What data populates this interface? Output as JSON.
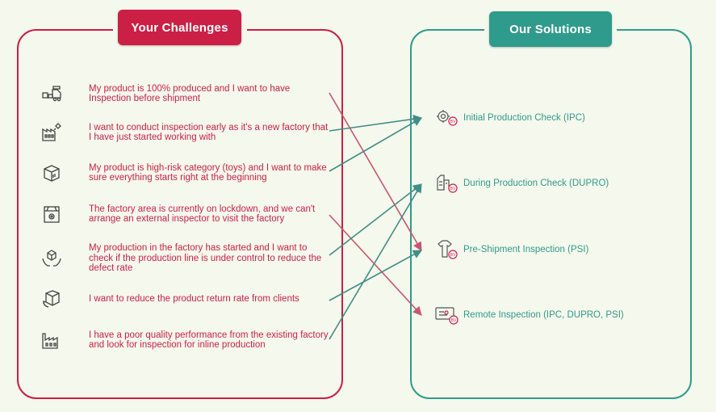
{
  "left_title": "Your Challenges",
  "right_title": "Our Solutions",
  "challenges": [
    {
      "icon": "truck-loading-icon",
      "text": "My product is 100% produced and I want to have Inspection before shipment"
    },
    {
      "icon": "new-factory-icon",
      "text": "I want to conduct inspection early as it's a new factory that I have just started working with"
    },
    {
      "icon": "toy-box-icon",
      "text": "My product is high-risk category (toys) and I want to make sure everything starts right at the beginning"
    },
    {
      "icon": "lockdown-box-icon",
      "text": "The factory area is currently on lockdown, and we can't arrange an external inspector to visit the factory"
    },
    {
      "icon": "hands-box-icon",
      "text": "My production in the factory has started and I want to check if the production line is under control to reduce the defect rate"
    },
    {
      "icon": "return-box-icon",
      "text": "I want to reduce the product return rate from clients"
    },
    {
      "icon": "factory-icon",
      "text": "I have a poor quality performance from the existing factory and look for inspection for inline production"
    }
  ],
  "solutions": [
    {
      "icon": "gear-bv-icon",
      "text": "Initial Production Check (IPC)"
    },
    {
      "icon": "production-bv-icon",
      "text": "During Production Check (DUPRO)"
    },
    {
      "icon": "shirt-bv-icon",
      "text": "Pre-Shipment Inspection (PSI)"
    },
    {
      "icon": "remote-bv-icon",
      "text": "Remote Inspection (IPC, DUPRO, PSI)"
    }
  ],
  "connections": [
    {
      "from": 0,
      "to": 2
    },
    {
      "from": 1,
      "to": 0
    },
    {
      "from": 2,
      "to": 0
    },
    {
      "from": 3,
      "to": 3
    },
    {
      "from": 4,
      "to": 1
    },
    {
      "from": 5,
      "to": 2
    },
    {
      "from": 6,
      "to": 1
    }
  ],
  "colors": {
    "challenge": "#cc1f45",
    "solution": "#2f9b8c",
    "background": "#f5f8ec"
  }
}
